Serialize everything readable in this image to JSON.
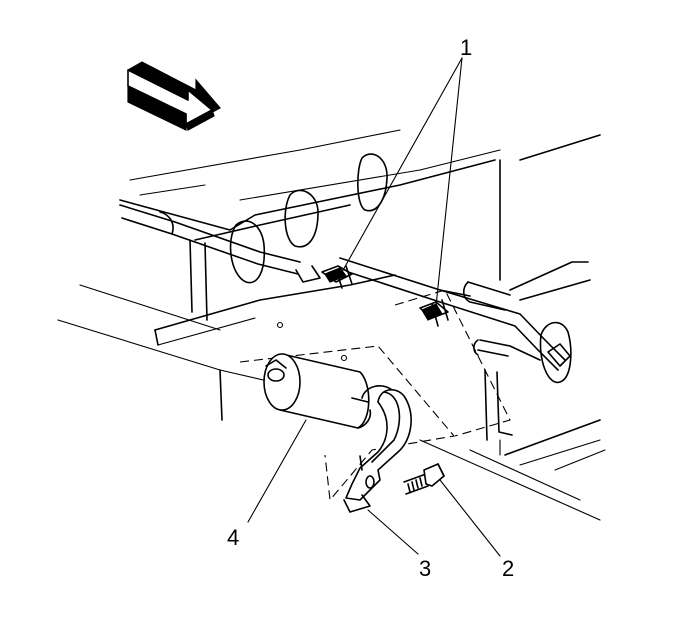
{
  "diagram": {
    "callouts": [
      {
        "id": "1",
        "label": "1",
        "part": "fuel-line-fitting"
      },
      {
        "id": "2",
        "label": "2",
        "part": "bolt"
      },
      {
        "id": "3",
        "label": "3",
        "part": "mounting-bracket"
      },
      {
        "id": "4",
        "label": "4",
        "part": "fuel-filter"
      }
    ],
    "direction_arrow": {
      "icon": "front-direction-arrow-icon"
    }
  }
}
